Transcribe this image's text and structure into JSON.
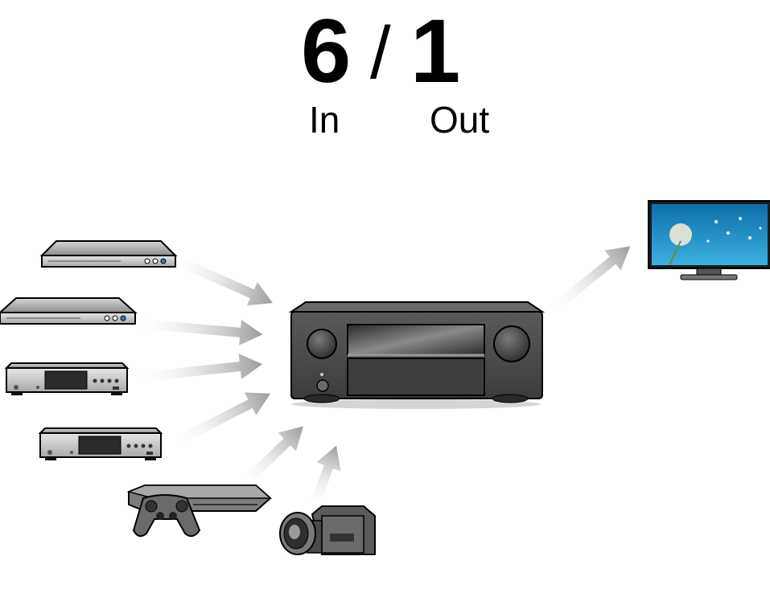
{
  "header": {
    "inputs_count": "6",
    "separator": "/",
    "outputs_count": "1",
    "inputs_label": "In",
    "outputs_label": "Out"
  },
  "colors": {
    "device_body": "#9a9a9a",
    "device_front": "#c4c4c4",
    "receiver_body": "#4a4a4a",
    "arrow": "#a6a6a6",
    "tv_screen": "#1e8fc6"
  },
  "devices": {
    "inputs": [
      "blu-ray-player-icon",
      "blu-ray-player-icon",
      "cd-player-icon",
      "cd-player-icon",
      "game-console-icon",
      "camcorder-icon"
    ],
    "hub": "av-receiver-icon",
    "output": "tv-icon"
  }
}
